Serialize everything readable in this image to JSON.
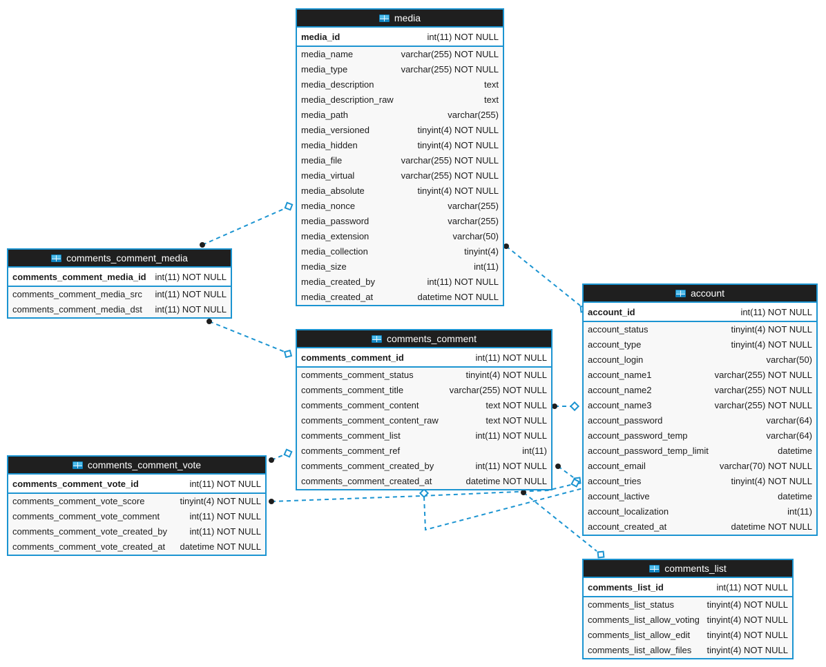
{
  "diagram": {
    "colors": {
      "accent": "#1b94d1",
      "header_bg": "#1f1f1f",
      "header_text": "#ffffff",
      "row_bg": "#f8f8f8",
      "pk_bg": "#ffffff",
      "canvas_bg": "#ffffff"
    },
    "tables": [
      {
        "title": "media",
        "pk": {
          "name": "media_id",
          "type": "int(11) NOT NULL"
        },
        "columns": [
          {
            "name": "media_name",
            "type": "varchar(255) NOT NULL"
          },
          {
            "name": "media_type",
            "type": "varchar(255) NOT NULL"
          },
          {
            "name": "media_description",
            "type": "text"
          },
          {
            "name": "media_description_raw",
            "type": "text"
          },
          {
            "name": "media_path",
            "type": "varchar(255)"
          },
          {
            "name": "media_versioned",
            "type": "tinyint(4) NOT NULL"
          },
          {
            "name": "media_hidden",
            "type": "tinyint(4) NOT NULL"
          },
          {
            "name": "media_file",
            "type": "varchar(255) NOT NULL"
          },
          {
            "name": "media_virtual",
            "type": "varchar(255) NOT NULL"
          },
          {
            "name": "media_absolute",
            "type": "tinyint(4) NOT NULL"
          },
          {
            "name": "media_nonce",
            "type": "varchar(255)"
          },
          {
            "name": "media_password",
            "type": "varchar(255)"
          },
          {
            "name": "media_extension",
            "type": "varchar(50)"
          },
          {
            "name": "media_collection",
            "type": "tinyint(4)"
          },
          {
            "name": "media_size",
            "type": "int(11)"
          },
          {
            "name": "media_created_by",
            "type": "int(11) NOT NULL"
          },
          {
            "name": "media_created_at",
            "type": "datetime NOT NULL"
          }
        ]
      },
      {
        "title": "comments_comment_media",
        "pk": {
          "name": "comments_comment_media_id",
          "type": "int(11) NOT NULL"
        },
        "columns": [
          {
            "name": "comments_comment_media_src",
            "type": "int(11) NOT NULL"
          },
          {
            "name": "comments_comment_media_dst",
            "type": "int(11) NOT NULL"
          }
        ]
      },
      {
        "title": "comments_comment",
        "pk": {
          "name": "comments_comment_id",
          "type": "int(11) NOT NULL"
        },
        "columns": [
          {
            "name": "comments_comment_status",
            "type": "tinyint(4) NOT NULL"
          },
          {
            "name": "comments_comment_title",
            "type": "varchar(255) NOT NULL"
          },
          {
            "name": "comments_comment_content",
            "type": "text NOT NULL"
          },
          {
            "name": "comments_comment_content_raw",
            "type": "text NOT NULL"
          },
          {
            "name": "comments_comment_list",
            "type": "int(11) NOT NULL"
          },
          {
            "name": "comments_comment_ref",
            "type": "int(11)"
          },
          {
            "name": "comments_comment_created_by",
            "type": "int(11) NOT NULL"
          },
          {
            "name": "comments_comment_created_at",
            "type": "datetime NOT NULL"
          }
        ]
      },
      {
        "title": "comments_comment_vote",
        "pk": {
          "name": "comments_comment_vote_id",
          "type": "int(11) NOT NULL"
        },
        "columns": [
          {
            "name": "comments_comment_vote_score",
            "type": "tinyint(4) NOT NULL"
          },
          {
            "name": "comments_comment_vote_comment",
            "type": "int(11) NOT NULL"
          },
          {
            "name": "comments_comment_vote_created_by",
            "type": "int(11) NOT NULL"
          },
          {
            "name": "comments_comment_vote_created_at",
            "type": "datetime NOT NULL"
          }
        ]
      },
      {
        "title": "account",
        "pk": {
          "name": "account_id",
          "type": "int(11) NOT NULL"
        },
        "columns": [
          {
            "name": "account_status",
            "type": "tinyint(4) NOT NULL"
          },
          {
            "name": "account_type",
            "type": "tinyint(4) NOT NULL"
          },
          {
            "name": "account_login",
            "type": "varchar(50)"
          },
          {
            "name": "account_name1",
            "type": "varchar(255) NOT NULL"
          },
          {
            "name": "account_name2",
            "type": "varchar(255) NOT NULL"
          },
          {
            "name": "account_name3",
            "type": "varchar(255) NOT NULL"
          },
          {
            "name": "account_password",
            "type": "varchar(64)"
          },
          {
            "name": "account_password_temp",
            "type": "varchar(64)"
          },
          {
            "name": "account_password_temp_limit",
            "type": "datetime"
          },
          {
            "name": "account_email",
            "type": "varchar(70) NOT NULL"
          },
          {
            "name": "account_tries",
            "type": "tinyint(4) NOT NULL"
          },
          {
            "name": "account_lactive",
            "type": "datetime"
          },
          {
            "name": "account_localization",
            "type": "int(11)"
          },
          {
            "name": "account_created_at",
            "type": "datetime NOT NULL"
          }
        ]
      },
      {
        "title": "comments_list",
        "pk": {
          "name": "comments_list_id",
          "type": "int(11) NOT NULL"
        },
        "columns": [
          {
            "name": "comments_list_status",
            "type": "tinyint(4) NOT NULL"
          },
          {
            "name": "comments_list_allow_voting",
            "type": "tinyint(4) NOT NULL"
          },
          {
            "name": "comments_list_allow_edit",
            "type": "tinyint(4) NOT NULL"
          },
          {
            "name": "comments_list_allow_files",
            "type": "tinyint(4) NOT NULL"
          }
        ]
      }
    ],
    "relations": [
      {
        "from": "comments_comment_media",
        "to": "media"
      },
      {
        "from": "media",
        "to": "account"
      },
      {
        "from": "comments_comment_media",
        "to": "comments_comment"
      },
      {
        "from": "comments_comment_vote",
        "to": "comments_comment"
      },
      {
        "from": "comments_comment",
        "to": "account"
      },
      {
        "from": "comments_comment",
        "to": "account"
      },
      {
        "from": "comments_comment_vote",
        "to": "account"
      },
      {
        "from": "comments_comment",
        "to": "comments_list"
      },
      {
        "from": "comments_comment",
        "to": "comments_comment"
      }
    ]
  }
}
